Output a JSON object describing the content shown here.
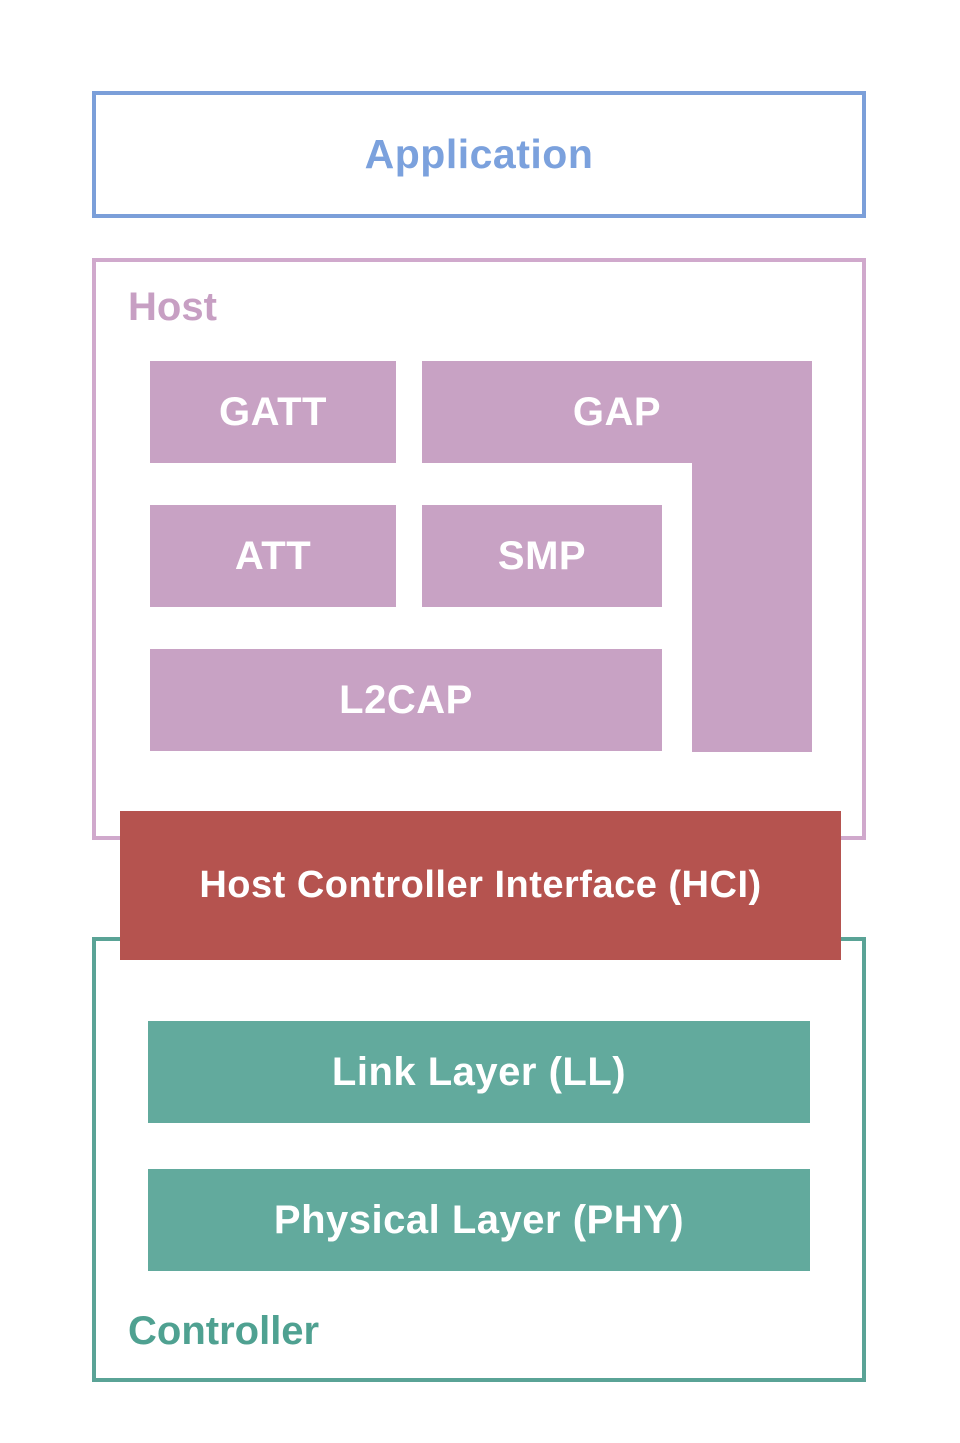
{
  "diagram": {
    "title_semantic": "Bluetooth Low Energy protocol stack",
    "application": {
      "label": "Application"
    },
    "host": {
      "label": "Host",
      "blocks": {
        "gatt": "GATT",
        "gap": "GAP",
        "att": "ATT",
        "smp": "SMP",
        "l2cap": "L2CAP"
      }
    },
    "hci": {
      "label": "Host Controller Interface (HCI)"
    },
    "controller": {
      "label": "Controller",
      "blocks": {
        "link_layer": "Link Layer (LL)",
        "physical_layer": "Physical Layer (PHY)"
      }
    },
    "colors": {
      "application_accent": "#7b9fd9",
      "application_text": "#7ba1dd",
      "host_border": "#d0a9cc",
      "host_label_text": "#c79fc3",
      "host_block_fill": "#c8a2c4",
      "hci_fill": "#b5534f",
      "controller_border": "#5aa396",
      "controller_label_text": "#4fa191",
      "controller_block_fill": "#62aa9d",
      "block_label_text": "#ffffff",
      "background": "#ffffff"
    }
  }
}
